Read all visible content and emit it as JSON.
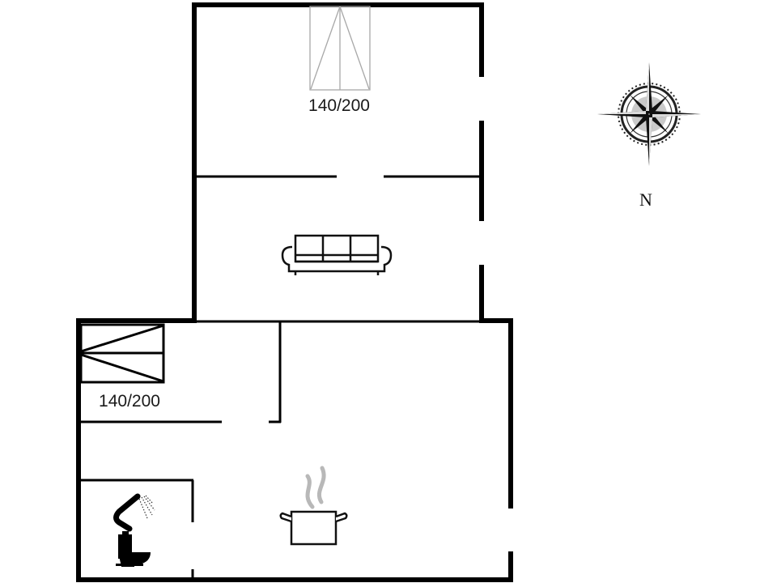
{
  "floorplan": {
    "rooms": [
      {
        "name": "bedroom-upper",
        "bed_label": "140/200"
      },
      {
        "name": "living-room"
      },
      {
        "name": "bedroom-lower",
        "bed_label": "140/200"
      },
      {
        "name": "kitchen"
      },
      {
        "name": "bathroom"
      }
    ],
    "icons": {
      "bed_upper": "double-bed-icon",
      "bed_lower": "double-bed-icon",
      "sofa": "sofa-icon",
      "cooking_pot": "cooking-pot-icon",
      "shower": "shower-icon",
      "toilet": "toilet-icon",
      "compass": "compass-rose-icon"
    },
    "compass": {
      "label": "N"
    },
    "colors": {
      "wall": "#000000",
      "bed_outline": "#a8a8a8",
      "steam": "#b0b0b0",
      "background": "#ffffff"
    }
  }
}
